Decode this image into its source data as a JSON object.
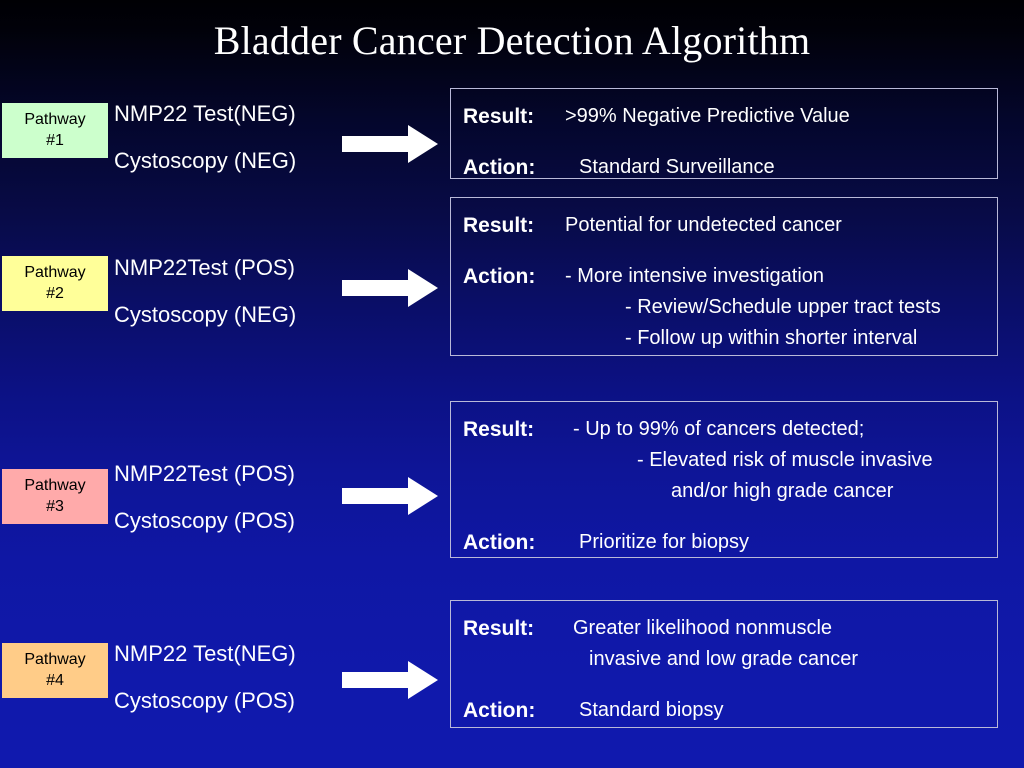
{
  "slide": {
    "title": "Bladder Cancer Detection Algorithm",
    "background_top": "#000004",
    "background_bottom": "#1019ae",
    "text_color": "#ffffff",
    "box_border_color": "#b9b9d8"
  },
  "labels": {
    "result": "Result:",
    "action": "Action:",
    "arrow_icon": "right-arrow-icon"
  },
  "pathways": [
    {
      "id": "pathway-1",
      "badge_line1": "Pathway",
      "badge_line2": "#1",
      "badge_color": "#ccffcc",
      "test1": "NMP22 Test(NEG)",
      "test2": "Cystoscopy (NEG)",
      "result_lines": [
        ">99% Negative Predictive Value"
      ],
      "action_lines": [
        "Standard Surveillance"
      ]
    },
    {
      "id": "pathway-2",
      "badge_line1": "Pathway",
      "badge_line2": "#2",
      "badge_color": "#ffff99",
      "test1": "NMP22Test (POS)",
      "test2": "Cystoscopy (NEG)",
      "result_lines": [
        "Potential for undetected cancer"
      ],
      "action_lines": [
        "- More intensive investigation",
        "- Review/Schedule upper tract tests",
        "- Follow up within shorter interval"
      ]
    },
    {
      "id": "pathway-3",
      "badge_line1": "Pathway",
      "badge_line2": "#3",
      "badge_color": "#ffaaaa",
      "test1": "NMP22Test (POS)",
      "test2": "Cystoscopy (POS)",
      "result_lines": [
        "- Up to 99% of cancers detected;",
        "- Elevated risk of muscle invasive",
        "and/or high grade cancer"
      ],
      "action_lines": [
        "Prioritize for biopsy"
      ]
    },
    {
      "id": "pathway-4",
      "badge_line1": "Pathway",
      "badge_line2": "#4",
      "badge_color": "#ffcc88",
      "test1": "NMP22 Test(NEG)",
      "test2": "Cystoscopy (POS)",
      "result_lines": [
        "Greater likelihood nonmuscle",
        "invasive and low grade cancer"
      ],
      "action_lines": [
        "Standard  biopsy"
      ]
    }
  ]
}
